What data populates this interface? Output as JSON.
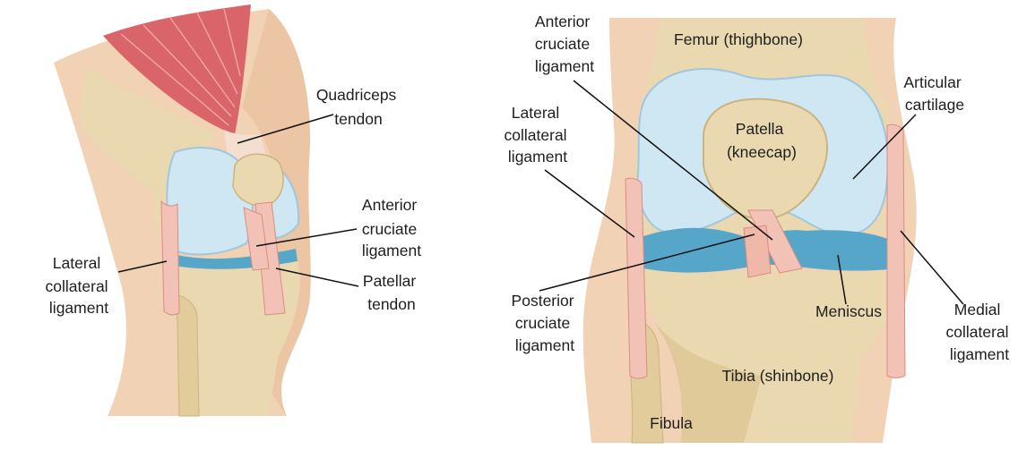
{
  "left_view": {
    "labels": {
      "quadriceps_tendon": [
        "Quadriceps",
        "tendon"
      ],
      "anterior_cruciate_ligament": [
        "Anterior",
        "cruciate",
        "ligament"
      ],
      "patellar_tendon": [
        "Patellar",
        "tendon"
      ],
      "lateral_collateral_ligament": [
        "Lateral",
        "collateral",
        "ligament"
      ]
    }
  },
  "right_view": {
    "labels": {
      "anterior_cruciate_ligament": [
        "Anterior",
        "cruciate",
        "ligament"
      ],
      "femur": [
        "Femur (thighbone)"
      ],
      "articular_cartilage": [
        "Articular",
        "cartilage"
      ],
      "patella": [
        "Patella",
        "(kneecap)"
      ],
      "lateral_collateral_ligament": [
        "Lateral",
        "collateral",
        "ligament"
      ],
      "posterior_cruciate_ligament": [
        "Posterior",
        "cruciate",
        "ligament"
      ],
      "meniscus": [
        "Meniscus"
      ],
      "medial_collateral_ligament": [
        "Medial",
        "collateral",
        "ligament"
      ],
      "tibia": [
        "Tibia (shinbone)"
      ],
      "fibula": [
        "Fibula"
      ]
    }
  },
  "colors": {
    "skin": "#f1d2b4",
    "skin_shadow": "#e4b58e",
    "bone": "#ead9b0",
    "bone_shadow": "#cdb37e",
    "cartilage": "#cfe6f3",
    "cartilage_shadow": "#9fc7dd",
    "meniscus": "#56a6c9",
    "ligament": "#f3c2b6",
    "ligament_edge": "#d98d80",
    "muscle": "#d9646a",
    "line": "#111111",
    "text": "#1e1e1e"
  }
}
